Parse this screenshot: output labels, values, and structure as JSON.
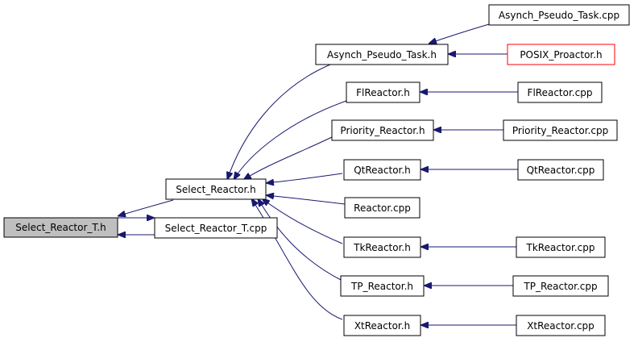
{
  "colors": {
    "edge": "#191970",
    "box_border": "#000000",
    "highlight_fill": "#bfbfbf",
    "missing_border": "#ff0000",
    "background": "#ffffff"
  },
  "nodes": {
    "select_reactor_t_h": {
      "label": "Select_Reactor_T.h",
      "style": "highlight"
    },
    "select_reactor_h": {
      "label": "Select_Reactor.h",
      "style": "normal"
    },
    "select_reactor_t_cpp": {
      "label": "Select_Reactor_T.cpp",
      "style": "normal"
    },
    "asynch_pseudo_task_h": {
      "label": "Asynch_Pseudo_Task.h",
      "style": "normal"
    },
    "asynch_pseudo_task_cpp": {
      "label": "Asynch_Pseudo_Task.cpp",
      "style": "normal"
    },
    "posix_proactor_h": {
      "label": "POSIX_Proactor.h",
      "style": "missing"
    },
    "flreactor_h": {
      "label": "FlReactor.h",
      "style": "normal"
    },
    "flreactor_cpp": {
      "label": "FlReactor.cpp",
      "style": "normal"
    },
    "priority_reactor_h": {
      "label": "Priority_Reactor.h",
      "style": "normal"
    },
    "priority_reactor_cpp": {
      "label": "Priority_Reactor.cpp",
      "style": "normal"
    },
    "qtreactor_h": {
      "label": "QtReactor.h",
      "style": "normal"
    },
    "qtreactor_cpp": {
      "label": "QtReactor.cpp",
      "style": "normal"
    },
    "reactor_cpp": {
      "label": "Reactor.cpp",
      "style": "normal"
    },
    "tkreactor_h": {
      "label": "TkReactor.h",
      "style": "normal"
    },
    "tkreactor_cpp": {
      "label": "TkReactor.cpp",
      "style": "normal"
    },
    "tp_reactor_h": {
      "label": "TP_Reactor.h",
      "style": "normal"
    },
    "tp_reactor_cpp": {
      "label": "TP_Reactor.cpp",
      "style": "normal"
    },
    "xtreactor_h": {
      "label": "XtReactor.h",
      "style": "normal"
    },
    "xtreactor_cpp": {
      "label": "XtReactor.cpp",
      "style": "normal"
    }
  },
  "edges": [
    {
      "from": "select_reactor_h",
      "to": "select_reactor_t_h"
    },
    {
      "from": "select_reactor_t_cpp",
      "to": "select_reactor_t_h"
    },
    {
      "from": "select_reactor_t_h",
      "to": "select_reactor_t_cpp"
    },
    {
      "from": "asynch_pseudo_task_h",
      "to": "select_reactor_h"
    },
    {
      "from": "flreactor_h",
      "to": "select_reactor_h"
    },
    {
      "from": "priority_reactor_h",
      "to": "select_reactor_h"
    },
    {
      "from": "qtreactor_h",
      "to": "select_reactor_h"
    },
    {
      "from": "reactor_cpp",
      "to": "select_reactor_h"
    },
    {
      "from": "tkreactor_h",
      "to": "select_reactor_h"
    },
    {
      "from": "tp_reactor_h",
      "to": "select_reactor_h"
    },
    {
      "from": "xtreactor_h",
      "to": "select_reactor_h"
    },
    {
      "from": "asynch_pseudo_task_cpp",
      "to": "asynch_pseudo_task_h"
    },
    {
      "from": "posix_proactor_h",
      "to": "asynch_pseudo_task_h"
    },
    {
      "from": "flreactor_cpp",
      "to": "flreactor_h"
    },
    {
      "from": "priority_reactor_cpp",
      "to": "priority_reactor_h"
    },
    {
      "from": "qtreactor_cpp",
      "to": "qtreactor_h"
    },
    {
      "from": "tkreactor_cpp",
      "to": "tkreactor_h"
    },
    {
      "from": "tp_reactor_cpp",
      "to": "tp_reactor_h"
    },
    {
      "from": "xtreactor_cpp",
      "to": "xtreactor_h"
    }
  ]
}
